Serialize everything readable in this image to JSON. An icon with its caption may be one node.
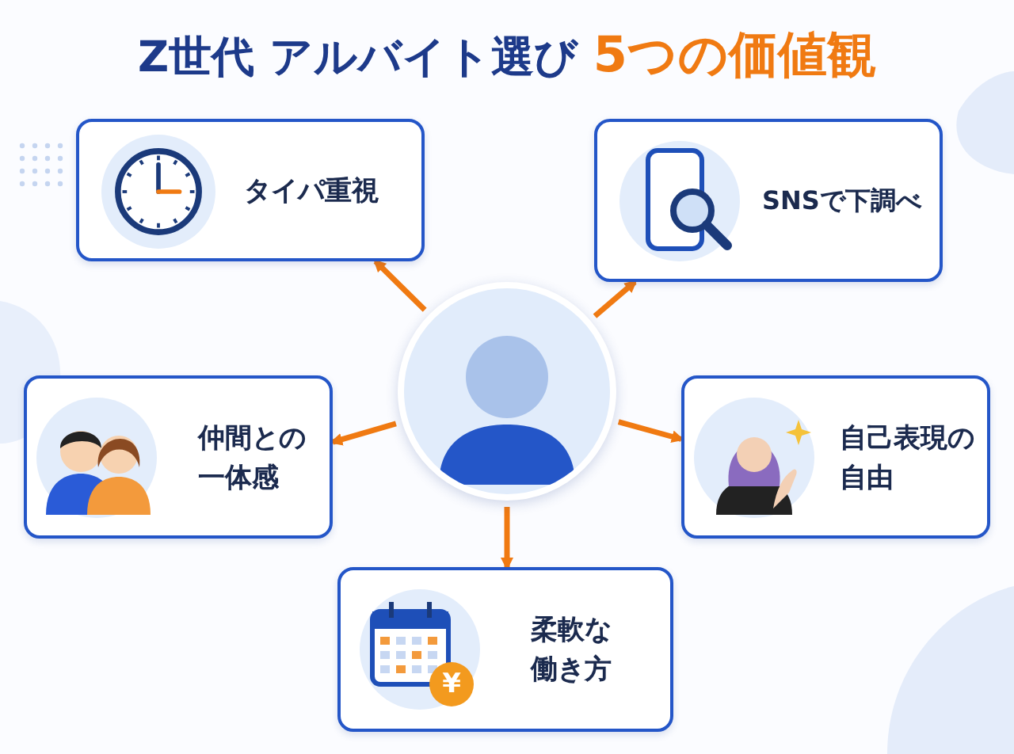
{
  "diagram": {
    "title": "Z世代 アルバイト選び **5つの価値観**",
    "nodes": [
      {
        "text": [
          "タイパ重視"
        ]
      },
      {
        "text": [
          "SNSで下調べ"
        ]
      },
      {
        "text": [],
        "shape": "picture"
      },
      {
        "text": [
          "仲間との一体感"
        ]
      },
      {
        "text": [
          "自己表現の自由"
        ]
      },
      {
        "text": [
          "柔軟な働き方"
        ]
      }
    ],
    "edges": [
      {
        "from": 2,
        "to": 0,
        "arrow": "to"
      },
      {
        "from": 2,
        "to": 1,
        "arrow": "to"
      },
      {
        "from": 2,
        "to": 3,
        "arrow": "to"
      },
      {
        "from": 2,
        "to": 4,
        "arrow": "to"
      },
      {
        "from": 2,
        "to": 5,
        "arrow": "to"
      }
    ],
    "labels": [
      "¥"
    ]
  }
}
